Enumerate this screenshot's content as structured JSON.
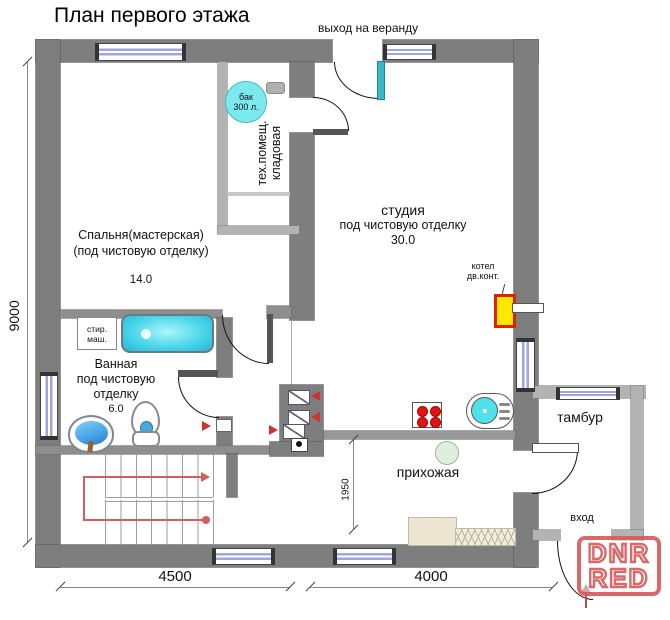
{
  "title": "План первого этажа",
  "labels": {
    "veranda_exit": "выход на веранду",
    "tank": [
      "бак",
      "300 л."
    ],
    "tech_room": [
      "тех.помещ.",
      "кладовая"
    ],
    "bedroom": [
      "Спальня(мастерская)",
      "(под чистовую отделку)"
    ],
    "bedroom_area": "14.0",
    "studio": [
      "студия",
      "под чистовую отделку"
    ],
    "studio_area": "30.0",
    "boiler": [
      "котел",
      "дв.конт."
    ],
    "bathroom": [
      "Ванная",
      "под чистовую",
      "отделку"
    ],
    "bathroom_area": "6.0",
    "washer": [
      "стир.",
      "маш."
    ],
    "hallway": "прихожая",
    "vestibule": "тамбур",
    "entrance": "вход"
  },
  "dimensions": {
    "total_height": "9000",
    "bottom_left_width": "4500",
    "bottom_right_width": "4000",
    "hallway_depth": "1950"
  },
  "watermark": {
    "line1": "DNR",
    "line2": "RED"
  },
  "colors": {
    "wall": "#7e7e7e",
    "wall_light": "#b3b3b3",
    "arc": "#cc5555",
    "glazing": "#9fa6dd",
    "tank": "#7ce9ee",
    "tub": "#45d4e8",
    "boiler": "#ffe800",
    "boiler_border": "#dd2200",
    "burner": "#dd1515",
    "wm": "#d85c5c",
    "furniture": "#ece6d2",
    "green": "#def0dd",
    "sink_blue": "#4aa6e8",
    "leaf": "#3ab8c8"
  }
}
